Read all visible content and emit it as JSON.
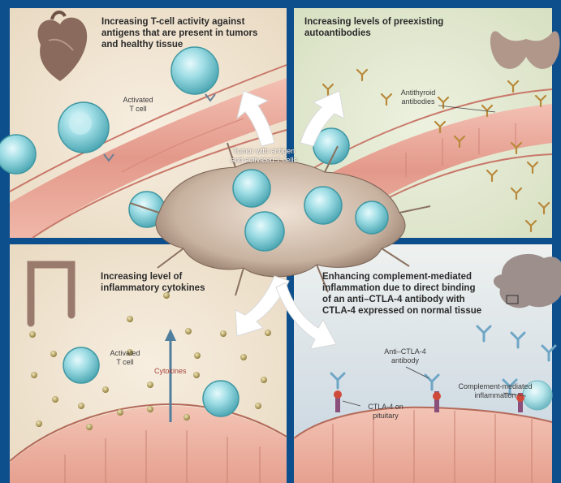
{
  "panels": {
    "top_left": {
      "title_lines": [
        "Increasing T-cell activity against",
        "antigens that are present in tumors",
        "and healthy tissue"
      ],
      "labels": {
        "activated_t_cell_lines": [
          "Activated",
          "T cell"
        ]
      }
    },
    "top_right": {
      "title_lines": [
        "Increasing levels of preexisting",
        "autoantibodies"
      ],
      "labels": {
        "antithyroid_lines": [
          "Antithyroid",
          "antibodies"
        ]
      }
    },
    "bottom_left": {
      "title_lines": [
        "Increasing level of",
        "inflammatory cytokines"
      ],
      "labels": {
        "activated_t_cell_lines": [
          "Activated",
          "T cell"
        ],
        "cytokines": "Cytokines"
      }
    },
    "bottom_right": {
      "title_lines": [
        "Enhancing complement-mediated",
        "inflammation due to direct binding",
        "of an anti–CTLA-4 antibody with",
        "CTLA-4 expressed on normal tissue"
      ],
      "labels": {
        "anti_ctla4_lines": [
          "Anti–CTLA-4",
          "antibody"
        ],
        "complement_lines": [
          "Complement-mediated",
          "inflammation"
        ],
        "ctla4_lines": [
          "CTLA-4 on",
          "pituitary"
        ]
      }
    }
  },
  "center": {
    "tumor_label_lines": [
      "Tumor with antigen",
      "and activated T cells"
    ]
  },
  "colors": {
    "frame": "#0d4f8c",
    "warm_bg": "#f1e6d3",
    "green_bg": "#e3ead2",
    "blue_bg": "#dde6ee",
    "t_cell": "#8fd6df",
    "vessel": "#e8a495",
    "arrow": "#ffffff"
  }
}
